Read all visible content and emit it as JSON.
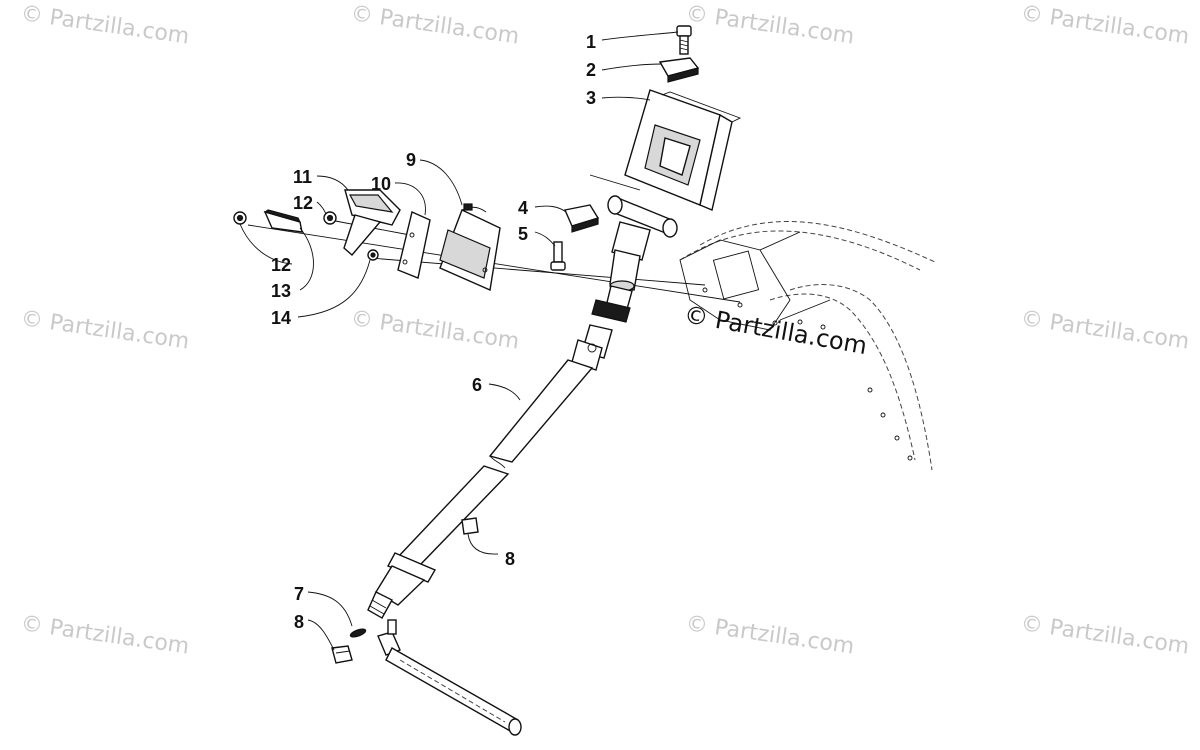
{
  "watermark": {
    "text": "© Partzilla.com",
    "main_text": "© Partzilla.com"
  },
  "callouts": [
    {
      "id": "c1",
      "label": "1"
    },
    {
      "id": "c2",
      "label": "2"
    },
    {
      "id": "c3",
      "label": "3"
    },
    {
      "id": "c4",
      "label": "4"
    },
    {
      "id": "c5",
      "label": "5"
    },
    {
      "id": "c6",
      "label": "6"
    },
    {
      "id": "c7",
      "label": "7"
    },
    {
      "id": "c8a",
      "label": "8"
    },
    {
      "id": "c8b",
      "label": "8"
    },
    {
      "id": "c9",
      "label": "9"
    },
    {
      "id": "c10",
      "label": "10"
    },
    {
      "id": "c11",
      "label": "11"
    },
    {
      "id": "c12a",
      "label": "12"
    },
    {
      "id": "c12b",
      "label": "12"
    },
    {
      "id": "c13",
      "label": "13"
    },
    {
      "id": "c14",
      "label": "14"
    }
  ],
  "colors": {
    "line": "#111111",
    "watermark": "#c9c9c9",
    "background": "#ffffff"
  }
}
